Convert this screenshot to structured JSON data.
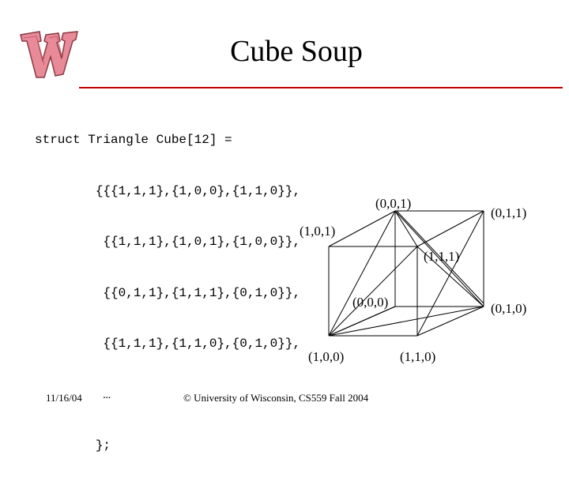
{
  "slide": {
    "title": "Cube Soup",
    "code_lines": [
      "struct Triangle Cube[12] =",
      "        {{{1,1,1},{1,0,0},{1,1,0}},",
      "         {{1,1,1},{1,0,1},{1,0,0}},",
      "         {{0,1,1},{1,1,1},{0,1,0}},",
      "         {{1,1,1},{1,1,0},{0,1,0}},",
      "         …",
      "        };"
    ],
    "cube_labels": {
      "v001": "(0,0,1)",
      "v011": "(0,1,1)",
      "v101": "(1,0,1)",
      "v111": "(1,1,1)",
      "v000": "(0,0,0)",
      "v010": "(0,1,0)",
      "v100": "(1,0,0)",
      "v110": "(1,1,0)"
    },
    "footer_date": "11/16/04",
    "footer_copyright": "© University of Wisconsin, CS559 Fall 2004",
    "accent_color": "#c00000",
    "logo_color": "#e07a8a",
    "logo_icon": "wisconsin-w-logo-icon"
  }
}
